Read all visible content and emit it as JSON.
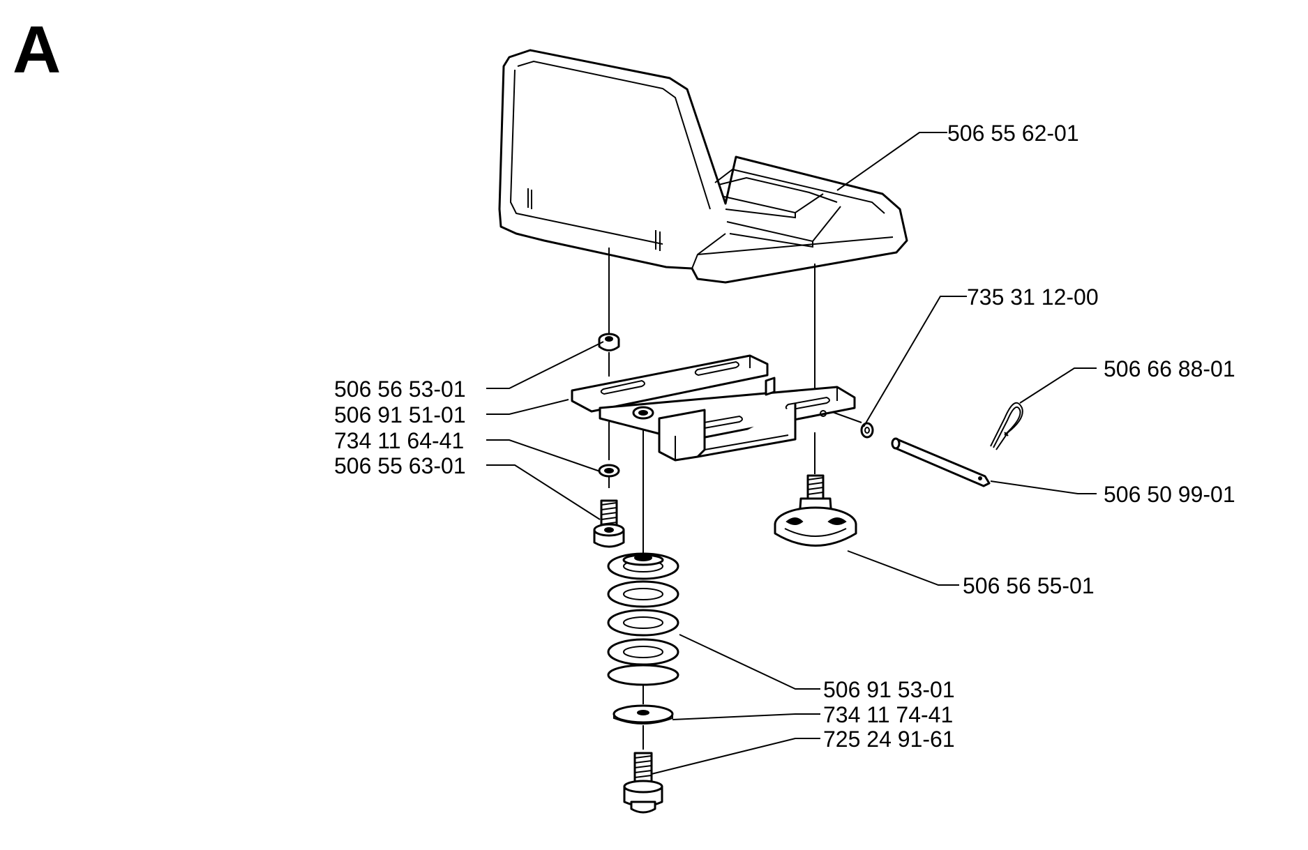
{
  "section_letter": "A",
  "parts": [
    {
      "id": "seat",
      "number": "506 55 62-01"
    },
    {
      "id": "lock-washer",
      "number": "735 31 12-00"
    },
    {
      "id": "hair-pin",
      "number": "506 66 88-01"
    },
    {
      "id": "top-bushing",
      "number": "506 56 53-01"
    },
    {
      "id": "bracket",
      "number": "506 91 51-01"
    },
    {
      "id": "washer-small",
      "number": "734 11 64-41"
    },
    {
      "id": "screw-small",
      "number": "506 55 63-01"
    },
    {
      "id": "pin",
      "number": "506 50 99-01"
    },
    {
      "id": "knob",
      "number": "506 56 55-01"
    },
    {
      "id": "spring",
      "number": "506 91 53-01"
    },
    {
      "id": "washer-large",
      "number": "734 11 74-41"
    },
    {
      "id": "bolt",
      "number": "725 24 91-61"
    }
  ]
}
